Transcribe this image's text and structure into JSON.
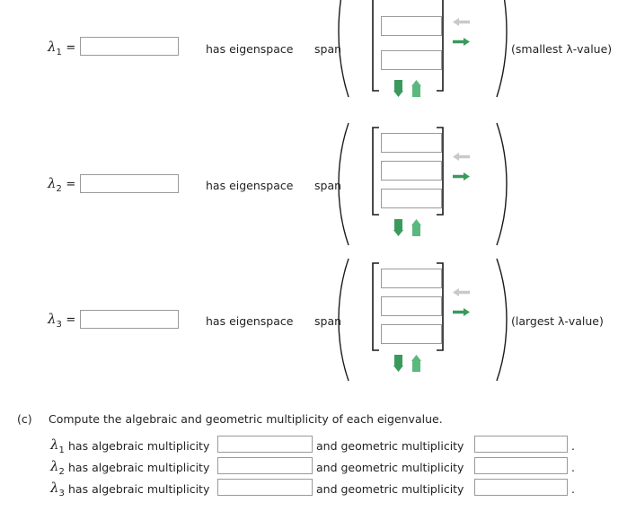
{
  "eigen_rows": [
    {
      "lambda": "λ",
      "subscript": "1",
      "equals": "=",
      "value": "",
      "placeholder": "",
      "has_eigenspace": "has eigenspace",
      "span": "span",
      "vector_entries": [
        "",
        "",
        ""
      ],
      "note": "(smallest λ-value)",
      "icons": {
        "left_arrow": "arrow-left-icon",
        "right_arrow": "arrow-right-icon",
        "down_arrow": "arrow-down-icon",
        "up_arrow": "arrow-up-icon"
      }
    },
    {
      "lambda": "λ",
      "subscript": "2",
      "equals": "=",
      "value": "",
      "placeholder": "",
      "has_eigenspace": "has eigenspace",
      "span": "span",
      "vector_entries": [
        "",
        "",
        ""
      ],
      "note": "",
      "icons": {
        "left_arrow": "arrow-left-icon",
        "right_arrow": "arrow-right-icon",
        "down_arrow": "arrow-down-icon",
        "up_arrow": "arrow-up-icon"
      }
    },
    {
      "lambda": "λ",
      "subscript": "3",
      "equals": "=",
      "value": "",
      "placeholder": "",
      "has_eigenspace": "has eigenspace",
      "span": "span",
      "vector_entries": [
        "",
        "",
        ""
      ],
      "note": "(largest λ-value)",
      "icons": {
        "left_arrow": "arrow-left-icon",
        "right_arrow": "arrow-right-icon",
        "down_arrow": "arrow-down-icon",
        "up_arrow": "arrow-up-icon"
      }
    }
  ],
  "part_c": {
    "marker": "(c)",
    "prompt": "Compute the algebraic and geometric multiplicity of each eigenvalue.",
    "rows": [
      {
        "lambda": "λ",
        "subscript": "1",
        "text_before": "has algebraic multiplicity",
        "value_algebraic": "",
        "text_middle": "and geometric multiplicity",
        "value_geometric": "",
        "period": "."
      },
      {
        "lambda": "λ",
        "subscript": "2",
        "text_before": "has algebraic multiplicity",
        "value_algebraic": "",
        "text_middle": "and geometric multiplicity",
        "value_geometric": "",
        "period": "."
      },
      {
        "lambda": "λ",
        "subscript": "3",
        "text_before": "has algebraic multiplicity",
        "value_algebraic": "",
        "text_middle": "and geometric multiplicity",
        "value_geometric": "",
        "period": "."
      }
    ]
  },
  "colors": {
    "page_background": "#ffffff",
    "text": "#231f20",
    "input_border": "#9a9a9a",
    "bracket": "#1a1a1a",
    "arrow_active_green": "#3a9a5c",
    "arrow_disabled_gray": "#c9c9c9"
  }
}
